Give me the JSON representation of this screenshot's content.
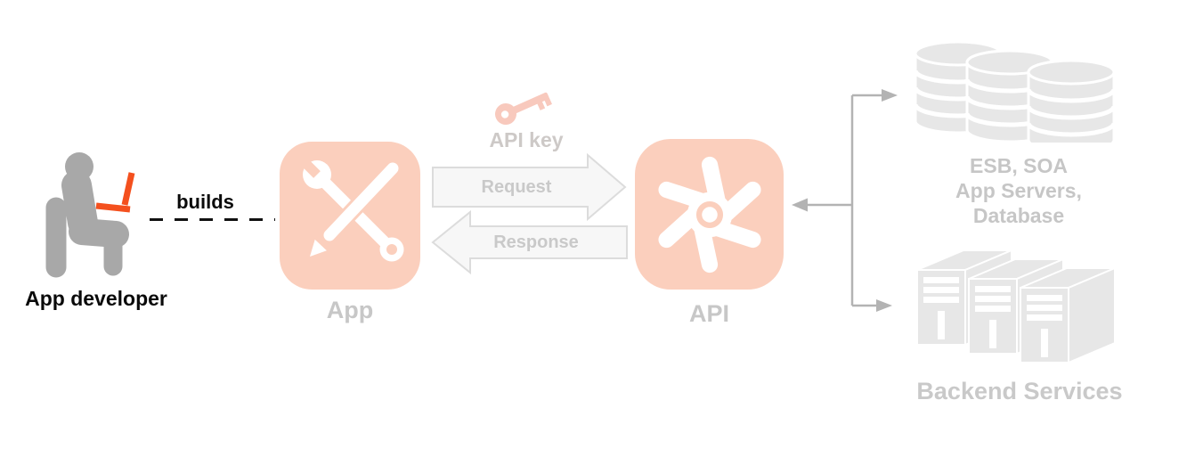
{
  "diagram": {
    "developer": {
      "label": "App developer",
      "relation": "builds"
    },
    "app": {
      "label": "App"
    },
    "api_key": {
      "label": "API key"
    },
    "request": {
      "label": "Request"
    },
    "response": {
      "label": "Response"
    },
    "api": {
      "label": "API"
    },
    "backend_systems": {
      "lines": [
        "ESB, SOA",
        "App Servers,",
        "Database"
      ]
    },
    "backend_services": {
      "label": "Backend Services"
    }
  },
  "icons": {
    "developer": "person-at-laptop",
    "app": "wrench-and-pencil",
    "api": "pinwheel-gear",
    "api_key": "key",
    "backend_systems": "database-cylinders",
    "backend_services": "server-towers"
  },
  "colors": {
    "highlight_text": "#0a0a0a",
    "laptop_orange": "#f4501e",
    "tile_salmon": "#fbcfbd",
    "faded_label_gray": "#c7c7c7",
    "connector_gray": "#b3b3b3",
    "backend_shape_gray": "#e7e7e7",
    "arrow_fill": "#f7f7f7",
    "arrow_border": "#dcdcdc",
    "person_gray": "#a8a8a8"
  }
}
